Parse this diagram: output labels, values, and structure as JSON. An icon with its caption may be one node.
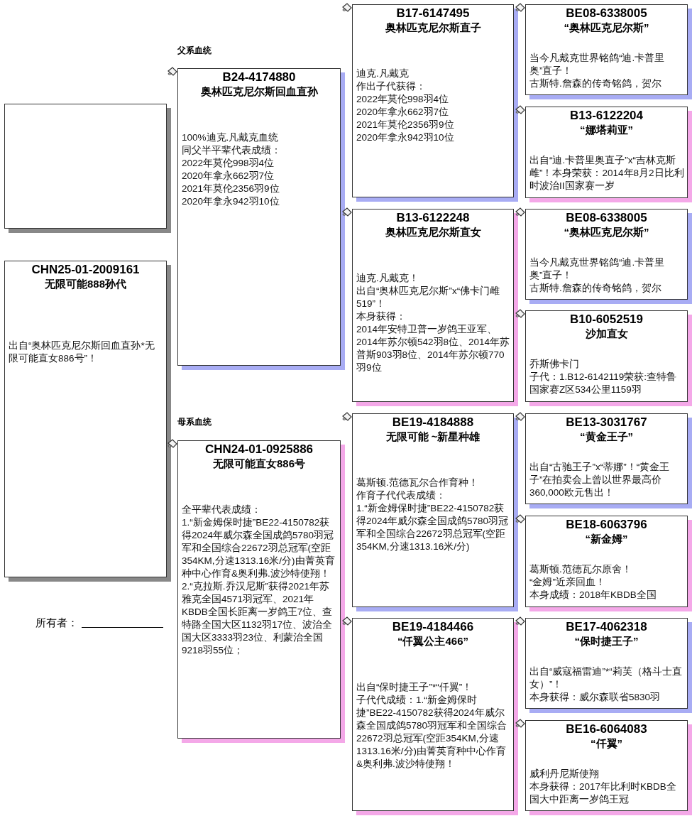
{
  "diagram": {
    "nodes": [
      {
        "text": [],
        "shape": "box"
      },
      {
        "text": [
          "CHN25-01-2009161",
          "无限可能888孙代",
          "出自“奥林匹克尼尔斯回血直孙*无限可能直女886号”！"
        ]
      },
      {
        "text": [
          "B24-4174880",
          "奥林匹克尼尔斯回血直孙",
          "100%迪克.凡戴克血统",
          "同父半平辈代表成绩：",
          "2022年莫伦998羽4位",
          "2020年拿永662羽7位",
          "2021年莫伦2356羽9位",
          "2020年拿永942羽10位"
        ]
      },
      {
        "text": [
          "CHN24-01-0925886",
          "无限可能直女886号",
          "全平辈代表成绩：",
          "1.“新金姆保时捷”BE22-4150782获得2024年威尔森全国成鸽5780羽冠军和全国综合22672羽总冠军(空距354KM,分速1313.16米/分)由菁英育种中心作育&奥利弗.波沙特使翔！",
          "2.“克拉斯.乔汉尼斯”获得2021年苏雅克全国4571羽冠军、2021年KBDB全国长距离一岁鸽王7位、查特路全国大区1132羽17位、波治全国大区3333羽23位、利蒙治全国9218羽55位；"
        ]
      },
      {
        "text": [
          "B17-6147495",
          "奥林匹克尼尔斯直子",
          "迪克.凡戴克",
          "作出子代获得：",
          "2022年莫伦998羽4位",
          "2020年拿永662羽7位",
          "2021年莫伦2356羽9位",
          "2020年拿永942羽10位"
        ]
      },
      {
        "text": [
          "B13-6122248",
          "奥林匹克尼尔斯直女",
          "迪克.凡戴克！",
          "出自“奥林匹克尼尔斯”x“佛卡门雌519”！",
          "本身获得：",
          "2014年安特卫普一岁鸽王亚军、2014年苏尔顿542羽8位、2014年苏普斯903羽8位、2014年苏尔顿770羽9位"
        ]
      },
      {
        "text": [
          "BE19-4184888",
          "无限可能 ~新星种雄",
          "葛斯顿.范德瓦尔合作育种！",
          "作育子代代表成绩：",
          "1.“新金姆保时捷”BE22-4150782获得2024年威尔森全国成鸽5780羽冠军和全国综合22672羽总冠军(空距354KM,分速1313.16米/分)"
        ]
      },
      {
        "text": [
          "BE19-4184466",
          "“仟翼公主466”",
          "出自“保时捷王子”*“仟翼”！",
          "子代代成绩：1.“新金姆保时捷”BE22-4150782获得2024年威尔森全国成鸽5780羽冠军和全国综合22672羽总冠军(空距354KM,分速1313.16米/分)由菁英育种中心作育&奥利弗.波沙特使翔！"
        ]
      },
      {
        "text": [
          "BE08-6338005",
          "“奥林匹克尼尔斯”",
          "当今凡戴克世界铭鸽“迪.卡普里奥”直子！",
          "古斯特.詹森的传奇铭鸽，贺尔"
        ]
      },
      {
        "text": [
          "B13-6122204",
          "“娜塔莉亚”",
          "出自“迪.卡普里奥直子”x“吉林克斯雌”！本身荣获：2014年8月2日比利时波治II国家赛一岁"
        ]
      },
      {
        "text": [
          "BE08-6338005",
          "“奥林匹克尼尔斯”",
          "当今凡戴克世界铭鸽“迪.卡普里奥”直子！",
          "古斯特.詹森的传奇铭鸽，贺尔"
        ]
      },
      {
        "text": [
          "B10-6052519",
          "沙加直女",
          "乔斯佛卡门",
          "子代：1.B12-6142119荣获:查特鲁国家赛Z区534公里1159羽"
        ]
      },
      {
        "text": [
          "BE13-3031767",
          "“黄金王子”",
          "出自“古驰王子”x“蒂娜”！“黄金王子”在拍卖会上曾以世界最高价360,000欧元售出！"
        ]
      },
      {
        "text": [
          "BE18-6063796",
          "“新金姆”",
          "葛斯顿.范德瓦尔原舍！",
          "“金姆”近亲回血！",
          "本身成绩：2018年KBDB全国"
        ]
      },
      {
        "text": [
          "BE17-4062318",
          "“保时捷王子”",
          "出自“威寇福雷迪”*“莉芙（格斗士直女）”！",
          "本身获得：威尔森联省5830羽"
        ]
      },
      {
        "text": [
          "BE16-6064083",
          "“仟翼”",
          "威利丹尼斯使翔",
          "本身获得：2017年比利时KBDB全国大中距离一岁鸽王冠"
        ]
      }
    ],
    "labels": [
      "父系血统",
      "母系血统",
      "所有者："
    ]
  }
}
